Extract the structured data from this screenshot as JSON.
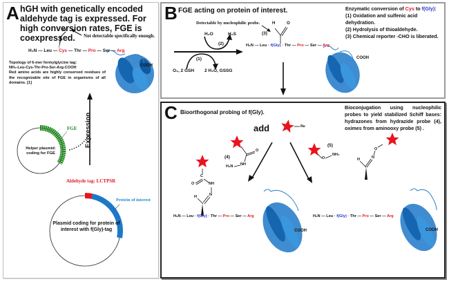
{
  "panelA": {
    "letter": "A",
    "title": "hGH with genetically encoded aldehyde tag is expressed. For high conversion rates, FGE is coexpressed.",
    "thiol_label": "SH",
    "thiol_note": "Not detectable specifically enough.",
    "sequence": {
      "start": "H₂N",
      "parts": [
        "Leu",
        "Cys",
        "Thr",
        "Pro",
        "Ser",
        "Arg"
      ]
    },
    "cooh": "COOH",
    "topology_line1": "Topology of 6-mer formylglycine tag:",
    "topology_line2": "NH₂-Leu-Cys-Thr-Pro-Ser-Arg-COOH",
    "topology_line3": "Red amino acids are highly conserved residues of the recognizable site of FGE in organisms of all domains. [1]",
    "expression_label": "Expression",
    "fge_label": "FGE",
    "helper_plasmid": "Helper plasmid: coding for FGE",
    "aldehyde_tag": "Aldehyde tag: LCTPSR",
    "protein_label": "Protein of interest",
    "plasmid_label": "Plasmid coding for protein of interest with f(Gly)-tag"
  },
  "panelB": {
    "letter": "B",
    "title": "FGE acting on protein of interest.",
    "probe_note": "Detectable by nucleophilic probe.",
    "step1": "(1)",
    "step2": "(2)",
    "step3": "(3)",
    "h2o": "H₂O",
    "h2s": "H₂S",
    "reactants": "O₂, 2 GSH",
    "products": "2 H₂O, GSSG",
    "aldehyde_H": "H",
    "aldehyde_O": "O",
    "sequence": {
      "start": "H₂N",
      "parts": [
        "Leu",
        "f(Gly)",
        "Thr",
        "Pro",
        "Ser",
        "Arg"
      ]
    },
    "cooh": "COOH",
    "desc_head_pre": "Enzymatic conversion of ",
    "desc_head_cys": "Cys",
    "desc_head_mid": " to ",
    "desc_head_fgly": "f(Gly)",
    "desc_head_end": ":",
    "desc_items": [
      "(1) Oxidation and sulfenic acid dehydration.",
      "(2) Hydrolysis of thioaldehyde.",
      "(3) Chemical reporter -CHO is liberated."
    ]
  },
  "panelC": {
    "letter": "C",
    "title": "Bioorthogonal probing of f(Gly).",
    "add_label": "add",
    "nu_label": "Nu",
    "probe4_label": "(4)",
    "probe5_label": "(5)",
    "desc": "Bioconjugation using nucleophilic probes to yield stabilized Schiff bases: hydrazones from hydrazide probe (4), oximes from aminooxy probe (5) .",
    "atoms": {
      "O": "O",
      "NH": "NH",
      "H2N": "H₂N",
      "N": "N",
      "H": "H",
      "C": "C",
      "NH2": "NH₂"
    },
    "sequence": {
      "start": "H₂N",
      "parts": [
        "Leu",
        "f(Gly)",
        "Thr",
        "Pro",
        "Ser",
        "Arg"
      ]
    },
    "cooh": "COOH"
  },
  "colors": {
    "red": "#e0182a",
    "blue": "#2233cc",
    "fge_green": "#1f8a1f",
    "protein_blue": "#1e78c8",
    "tag_red": "#e8141e",
    "star_red": "#e8141e"
  }
}
